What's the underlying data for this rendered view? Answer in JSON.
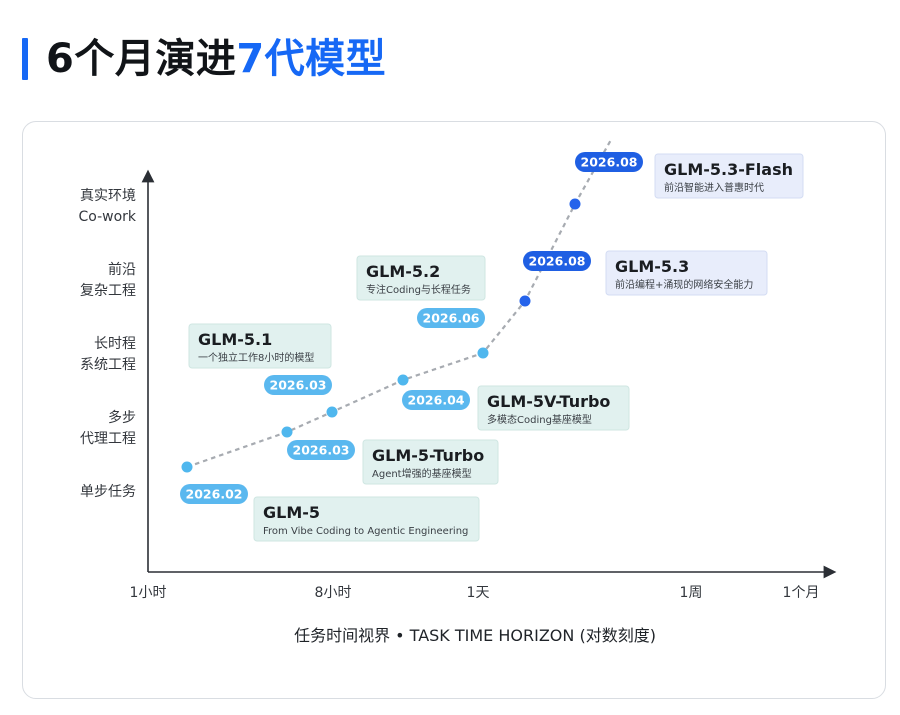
{
  "header": {
    "title_prefix": "6个月演进",
    "title_accent": "7代模型"
  },
  "chart_data": {
    "type": "scatter",
    "title": "6个月演进7代模型",
    "xlabel": "任务时间视界 • TASK TIME HORIZON (对数刻度)",
    "ylabel": "",
    "x_scale": "log",
    "x_ticks": [
      "1小时",
      "8小时",
      "1天",
      "1周",
      "1个月"
    ],
    "y_levels": [
      {
        "line1": "单步任务",
        "line2": ""
      },
      {
        "line1": "多步",
        "line2": "代理工程"
      },
      {
        "line1": "长时程",
        "line2": "系统工程"
      },
      {
        "line1": "前沿",
        "line2": "复杂工程"
      },
      {
        "line1": "真实环境",
        "line2": "Co-work"
      }
    ],
    "trend_line": "dashed",
    "colors": {
      "axis": "#2b2f35",
      "trend": "#a7abb1",
      "point_light": "#4fb7ee",
      "point_dark": "#2563eb",
      "pill_light": "#5ab8ef",
      "pill_dark": "#1f5fe3",
      "label_box": "#e1f1ef",
      "label_box_highlight": "#e8edfb"
    },
    "points": [
      {
        "model": "GLM-5",
        "desc": "From Vibe Coding to Agentic Engineering",
        "date": "2026.02",
        "style": "light",
        "box_style": "plain"
      },
      {
        "model": "GLM-5-Turbo",
        "desc": "Agent增强的基座模型",
        "date": "2026.03",
        "style": "light",
        "box_style": "plain"
      },
      {
        "model": "GLM-5.1",
        "desc": "一个独立工作8小时的模型",
        "date": "2026.03",
        "style": "light",
        "box_style": "plain"
      },
      {
        "model": "GLM-5V-Turbo",
        "desc": "多模态Coding基座模型",
        "date": "2026.04",
        "style": "light",
        "box_style": "plain"
      },
      {
        "model": "GLM-5.2",
        "desc": "专注Coding与长程任务",
        "date": "2026.06",
        "style": "light",
        "box_style": "plain"
      },
      {
        "model": "GLM-5.3",
        "desc": "前沿编程+涌现的网络安全能力",
        "date": "2026.08",
        "style": "dark",
        "box_style": "highlight"
      },
      {
        "model": "GLM-5.3-Flash",
        "desc": "前沿智能进入普惠时代",
        "date": "2026.08",
        "style": "dark",
        "box_style": "highlight"
      }
    ]
  }
}
